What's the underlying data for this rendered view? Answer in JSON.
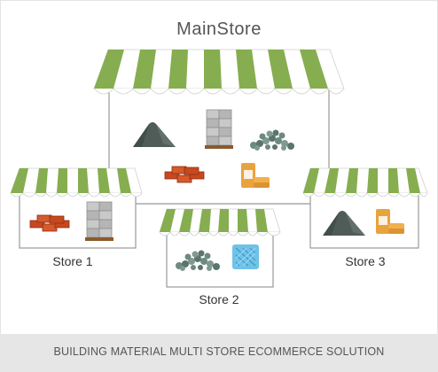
{
  "title": "MainStore",
  "stores": [
    {
      "label": "Store 1"
    },
    {
      "label": "Store 2"
    },
    {
      "label": "Store 3"
    }
  ],
  "footer": "BUILDING MATERIAL MULTI STORE ECOMMERCE SOLUTION",
  "colors": {
    "awning_green": "#86ad4f",
    "awning_white": "#ffffff",
    "store_border": "#9a9a9a",
    "footer_bg": "#e6e6e6",
    "brick": "#c9481f",
    "sand_bag": "#e8a33d",
    "gravel": "#6e8a80",
    "heap": "#4f5c58",
    "blocks": "#bdbdbd",
    "insulation": "#6fc2e8"
  },
  "icons": [
    "gravel-heap-icon",
    "concrete-blocks-icon",
    "stones-icon",
    "bricks-icon",
    "cement-bag-icon",
    "insulation-roll-icon"
  ]
}
